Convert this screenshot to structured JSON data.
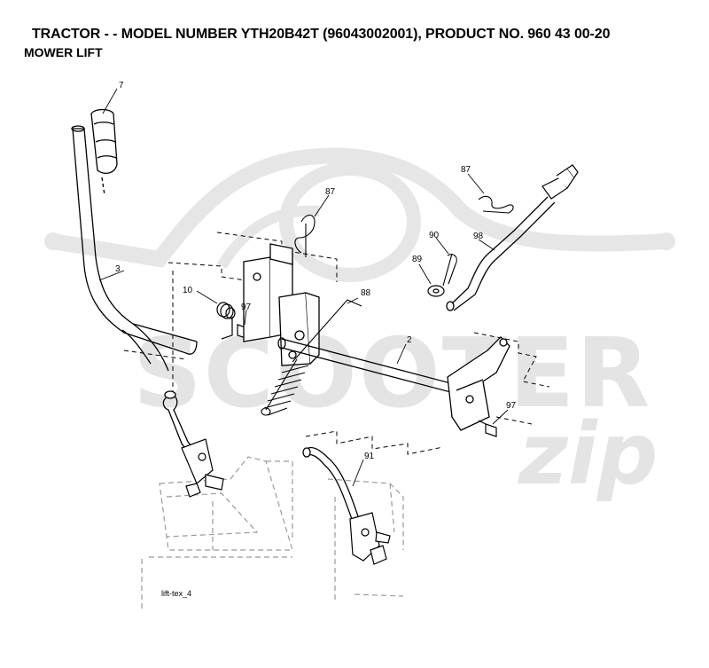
{
  "header": {
    "title": "TRACTOR - - MODEL NUMBER YTH20B42T (96043002001), PRODUCT NO. 960 43 00-20",
    "subtitle": "MOWER LIFT"
  },
  "diagram": {
    "caption": "lift-tex_4",
    "watermark": {
      "logo_text": "SCOOTER",
      "script_text": "zip"
    },
    "part_labels": {
      "p7": "7",
      "p3": "3",
      "p10": "10",
      "p97a": "97",
      "p87a": "87",
      "p88": "88",
      "p2": "2",
      "p87b": "87",
      "p90": "90",
      "p98": "98",
      "p89": "89",
      "p97b": "97",
      "p91": "91"
    }
  }
}
